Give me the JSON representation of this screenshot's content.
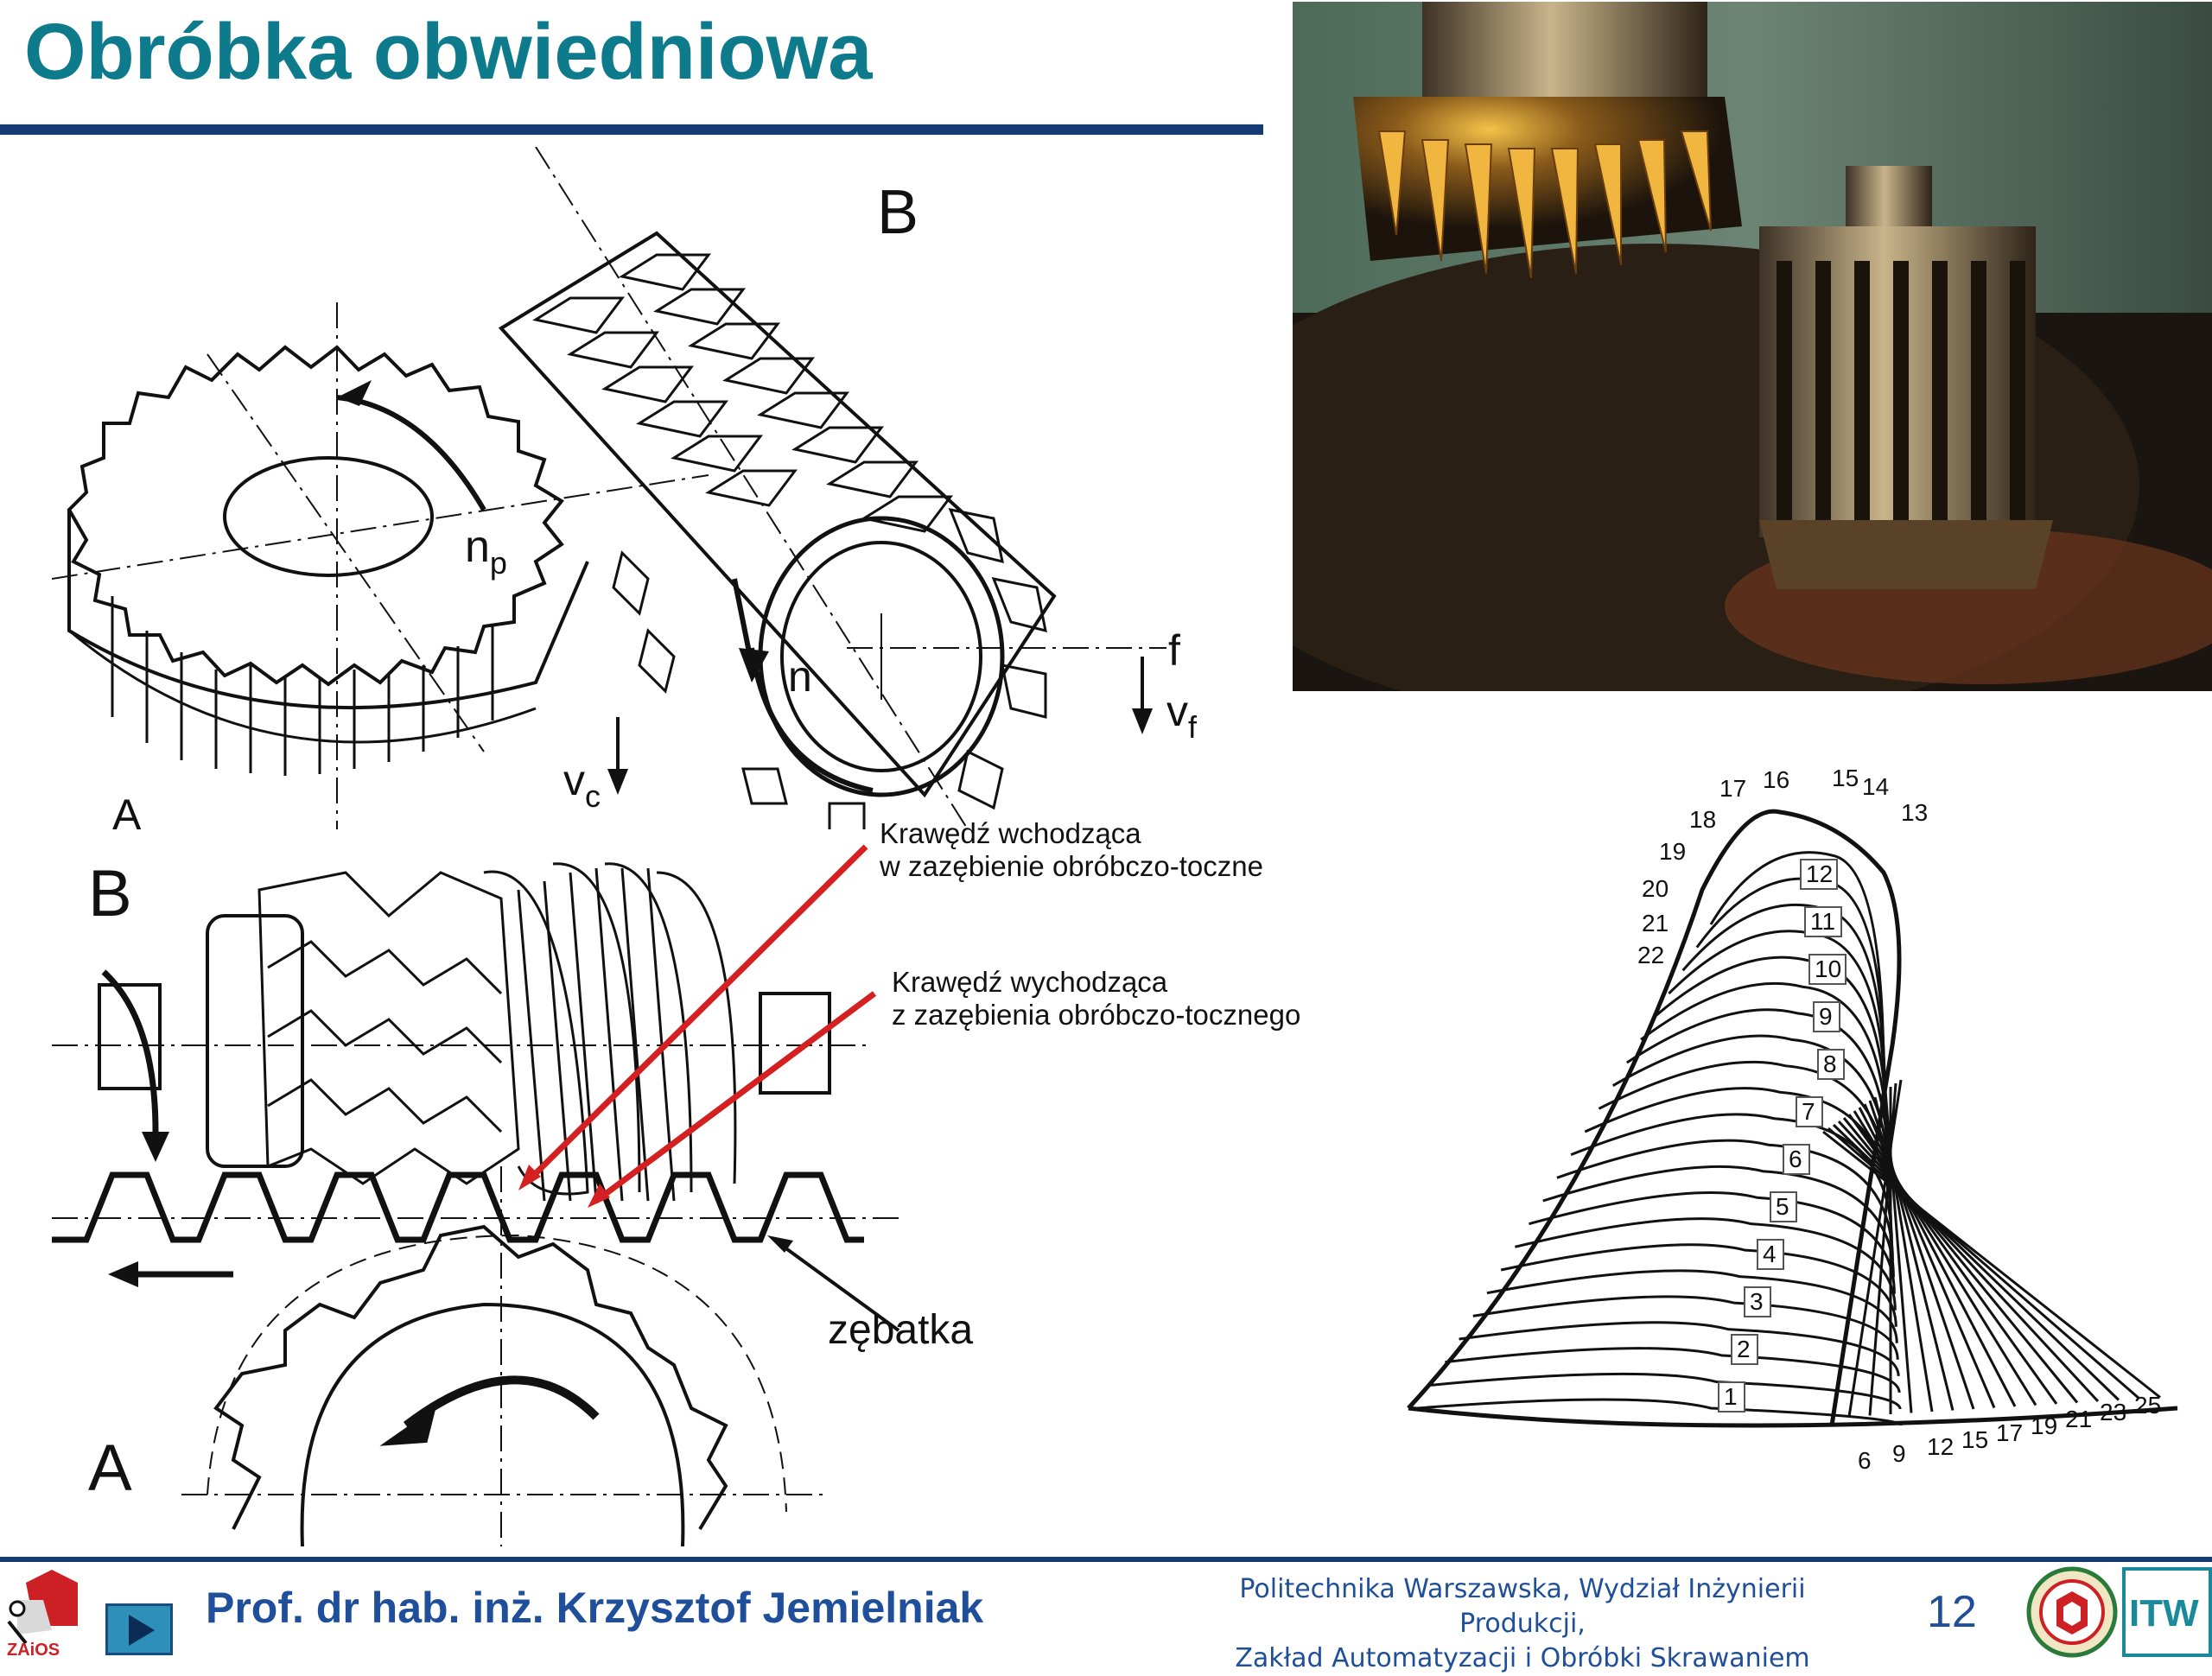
{
  "slide": {
    "title": "Obróbka obwiedniowa"
  },
  "figure_hob": {
    "label_b": "B",
    "label_np": "n",
    "label_np_sub": "p",
    "label_n": "n",
    "label_f": "f",
    "label_vf": "v",
    "label_vf_sub": "f",
    "label_vc": "v",
    "label_vc_sub": "c",
    "label_a_partial": "A"
  },
  "figure_rack": {
    "label_b": "B",
    "label_a": "A",
    "label_rack": "zębatka",
    "annotation_entry_line1": "Krawędź wchodząca",
    "annotation_entry_line2": "w zazębienie obróbczo-toczne",
    "annotation_exit_line1": "Krawędź wychodząca",
    "annotation_exit_line2": "z zazębienia obróbczo-tocznego",
    "arrow_color": "#d42020"
  },
  "figure_chips": {
    "inner_labels": [
      "1",
      "2",
      "3",
      "4",
      "5",
      "6",
      "7",
      "8",
      "9",
      "10",
      "11",
      "12"
    ],
    "outer_labels": [
      "13",
      "14",
      "15",
      "16",
      "17",
      "18",
      "19",
      "20",
      "21",
      "22"
    ],
    "bottom_labels": [
      "6",
      "9",
      "12",
      "15",
      "17",
      "19",
      "21",
      "23",
      "25"
    ]
  },
  "footer": {
    "author": "Prof. dr hab. inż. Krzysztof Jemielniak",
    "institution_line1": "Politechnika Warszawska, Wydział Inżynierii Produkcji,",
    "institution_line2": "Zakład Automatyzacji i Obróbki Skrawaniem",
    "page_number": "12",
    "logo_zaios_text": "ZAiOS",
    "logo_itw_text": "ITW"
  },
  "colors": {
    "title": "#0e7b8c",
    "rule": "#143c73",
    "footer_text": "#1f4f9a"
  }
}
